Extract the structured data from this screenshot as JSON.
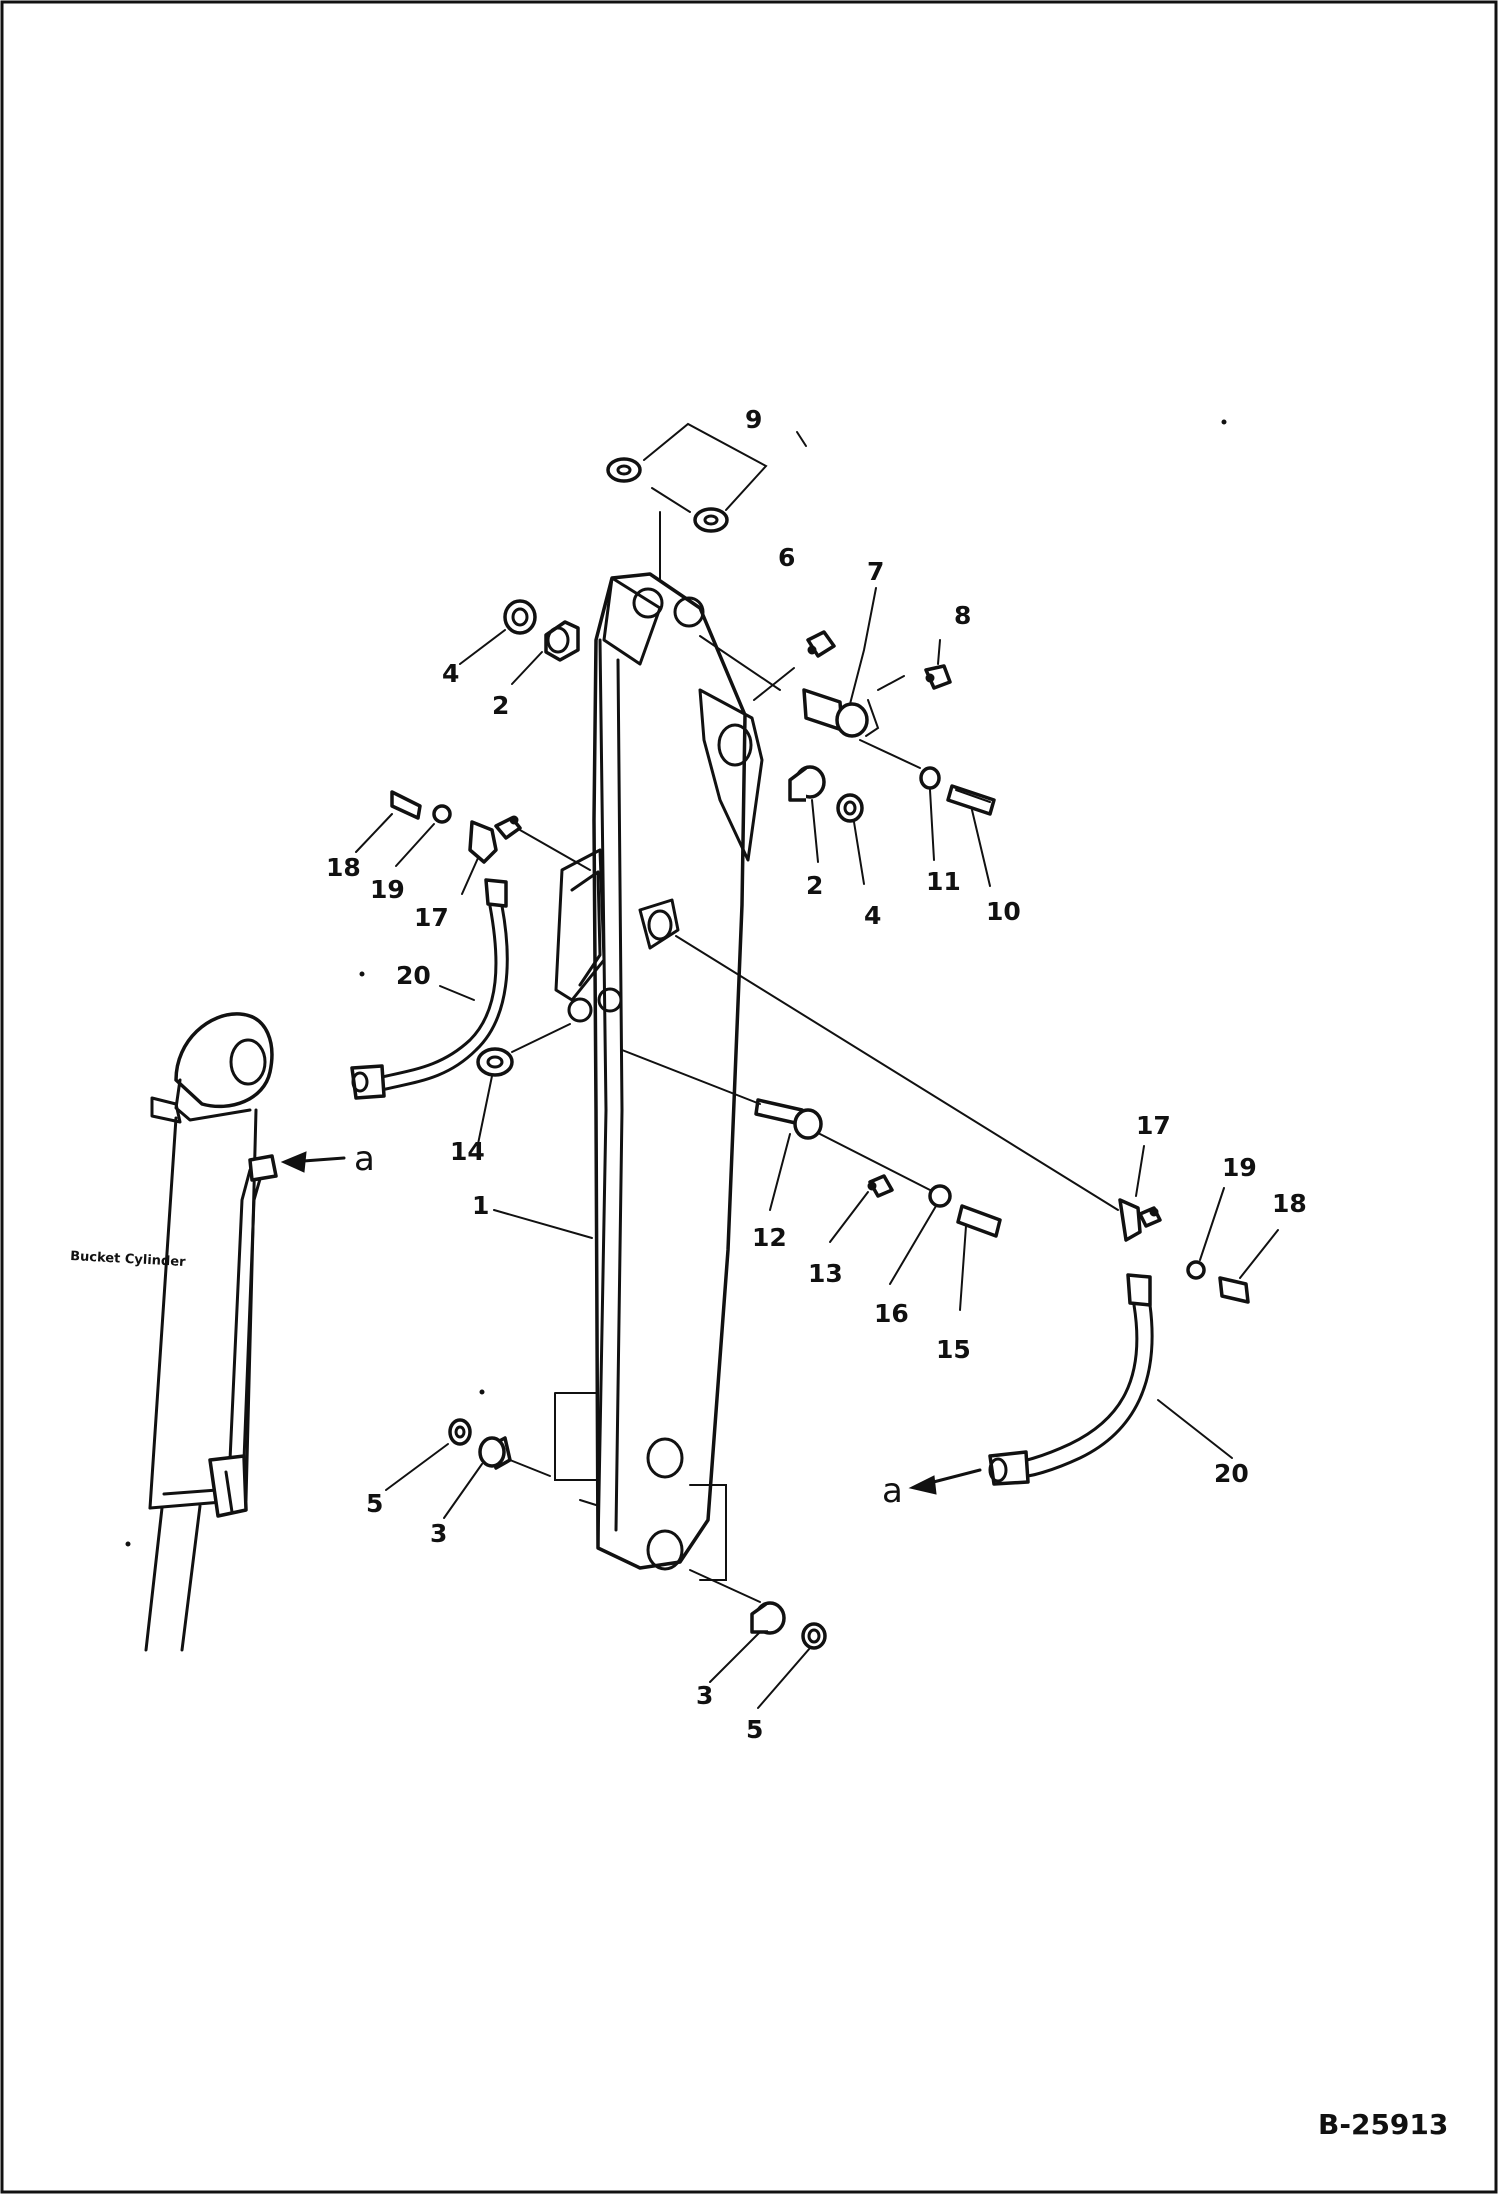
{
  "diagram": {
    "figure_id": "B-25913",
    "component_label": "Bucket Cylinder",
    "hose_end_label": "a",
    "callouts": [
      {
        "id": "c9",
        "text": "9"
      },
      {
        "id": "c6",
        "text": "6"
      },
      {
        "id": "c7",
        "text": "7"
      },
      {
        "id": "c8",
        "text": "8"
      },
      {
        "id": "c4a",
        "text": "4"
      },
      {
        "id": "c2a",
        "text": "2"
      },
      {
        "id": "c2b",
        "text": "2"
      },
      {
        "id": "c4b",
        "text": "4"
      },
      {
        "id": "c11",
        "text": "11"
      },
      {
        "id": "c10",
        "text": "10"
      },
      {
        "id": "c18a",
        "text": "18"
      },
      {
        "id": "c19a",
        "text": "19"
      },
      {
        "id": "c17a",
        "text": "17"
      },
      {
        "id": "c20a",
        "text": "20"
      },
      {
        "id": "c14",
        "text": "14"
      },
      {
        "id": "c1",
        "text": "1"
      },
      {
        "id": "c12",
        "text": "12"
      },
      {
        "id": "c13",
        "text": "13"
      },
      {
        "id": "c16",
        "text": "16"
      },
      {
        "id": "c15",
        "text": "15"
      },
      {
        "id": "c17b",
        "text": "17"
      },
      {
        "id": "c19b",
        "text": "19"
      },
      {
        "id": "c18b",
        "text": "18"
      },
      {
        "id": "c20b",
        "text": "20"
      },
      {
        "id": "c5a",
        "text": "5"
      },
      {
        "id": "c3a",
        "text": "3"
      },
      {
        "id": "c3b",
        "text": "3"
      },
      {
        "id": "c5b",
        "text": "5"
      }
    ]
  }
}
